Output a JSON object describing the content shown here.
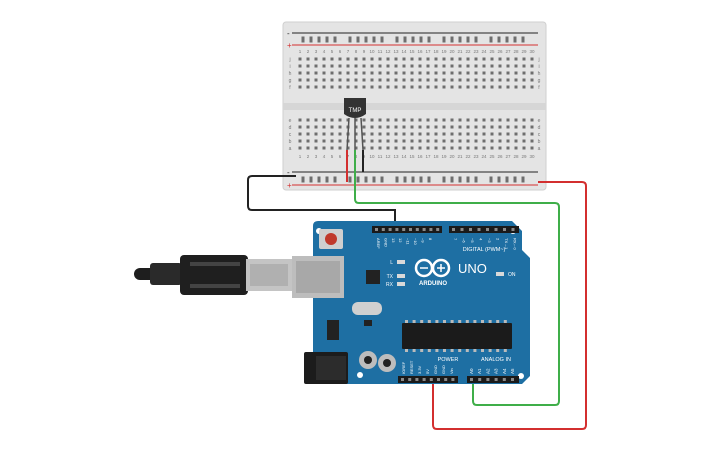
{
  "breadboard": {
    "column_numbers": [
      "1",
      "2",
      "3",
      "4",
      "5",
      "6",
      "7",
      "8",
      "9",
      "10",
      "11",
      "12",
      "13",
      "14",
      "15",
      "16",
      "17",
      "18",
      "19",
      "20",
      "21",
      "22",
      "23",
      "24",
      "25",
      "26",
      "27",
      "28",
      "29",
      "30"
    ],
    "row_letters_top": [
      "j",
      "i",
      "h",
      "g",
      "f"
    ],
    "row_letters_bottom": [
      "e",
      "d",
      "c",
      "b",
      "a"
    ],
    "rail_plus": "+",
    "rail_minus": "-"
  },
  "sensor": {
    "label": "TMP"
  },
  "arduino": {
    "brand": "ARDUINO",
    "model": "UNO",
    "digital_label": "DIGITAL (PWM~)",
    "power_label": "POWER",
    "analog_label": "ANALOG IN",
    "on_label": "ON",
    "led_l": "L",
    "led_tx": "TX",
    "led_rx": "RX",
    "digital_pins": [
      "AREF",
      "GND",
      "13",
      "12",
      "~11",
      "~10",
      "~9",
      "8",
      "7",
      "~6",
      "~5",
      "4",
      "~3",
      "2",
      "TX→1",
      "RX←0"
    ],
    "power_pins": [
      "IOREF",
      "RESET",
      "3.3V",
      "5V",
      "GND",
      "GND",
      "Vin"
    ],
    "analog_pins": [
      "A0",
      "A1",
      "A2",
      "A3",
      "A4",
      "A5"
    ]
  },
  "wires": [
    {
      "name": "ground-wire",
      "color": "#222222"
    },
    {
      "name": "power-wire",
      "color": "#d32f2f"
    },
    {
      "name": "signal-wire",
      "color": "#3fae49"
    }
  ]
}
